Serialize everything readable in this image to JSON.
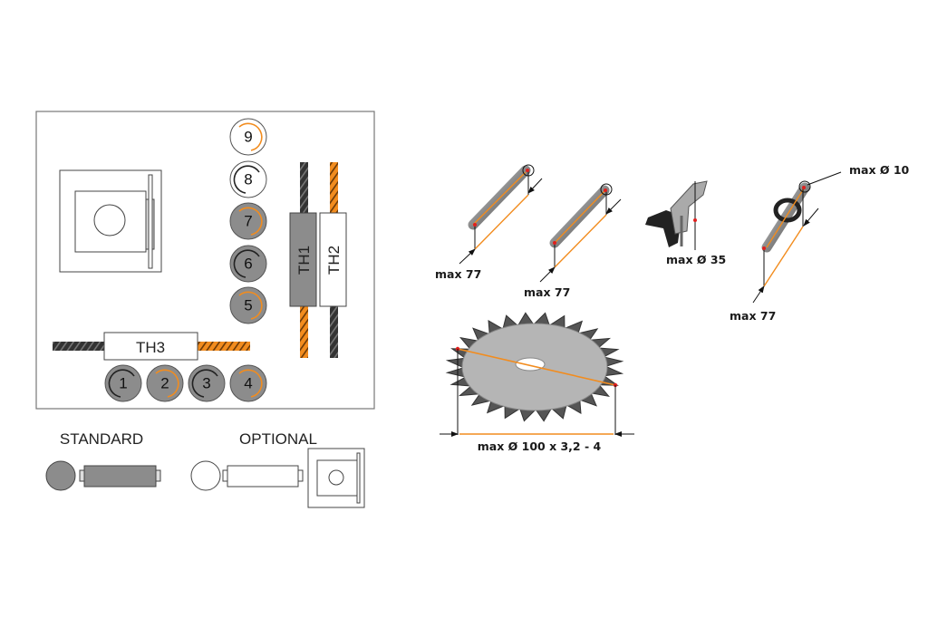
{
  "colors": {
    "gray": "#8c8c8c",
    "orange": "#f28c1e",
    "dark": "#333333",
    "red": "#e0201e"
  },
  "layout_diagram": {
    "rollers": [
      {
        "label": "9",
        "fill": "white",
        "rotation": "orange-ccw"
      },
      {
        "label": "8",
        "fill": "white",
        "rotation": "black-cw"
      },
      {
        "label": "7",
        "fill": "gray",
        "rotation": "orange-ccw"
      },
      {
        "label": "6",
        "fill": "gray",
        "rotation": "black-cw"
      },
      {
        "label": "5",
        "fill": "gray",
        "rotation": "orange-ccw"
      },
      {
        "label": "1",
        "fill": "gray",
        "rotation": "black-cw"
      },
      {
        "label": "2",
        "fill": "gray",
        "rotation": "orange-ccw"
      },
      {
        "label": "3",
        "fill": "gray",
        "rotation": "black-cw"
      },
      {
        "label": "4",
        "fill": "gray",
        "rotation": "orange-ccw"
      }
    ],
    "heads": {
      "th1": "TH1",
      "th2": "TH2",
      "th3": "TH3"
    }
  },
  "legend": {
    "standard": "STANDARD",
    "optional": "OPTIONAL"
  },
  "tools": {
    "drill1": "max 77",
    "drill2": "max 77",
    "tool3": "max Ø 35",
    "drill4_dia": "max Ø 10",
    "drill4_len": "max 77",
    "saw": "max Ø 100 x 3,2 - 4"
  }
}
